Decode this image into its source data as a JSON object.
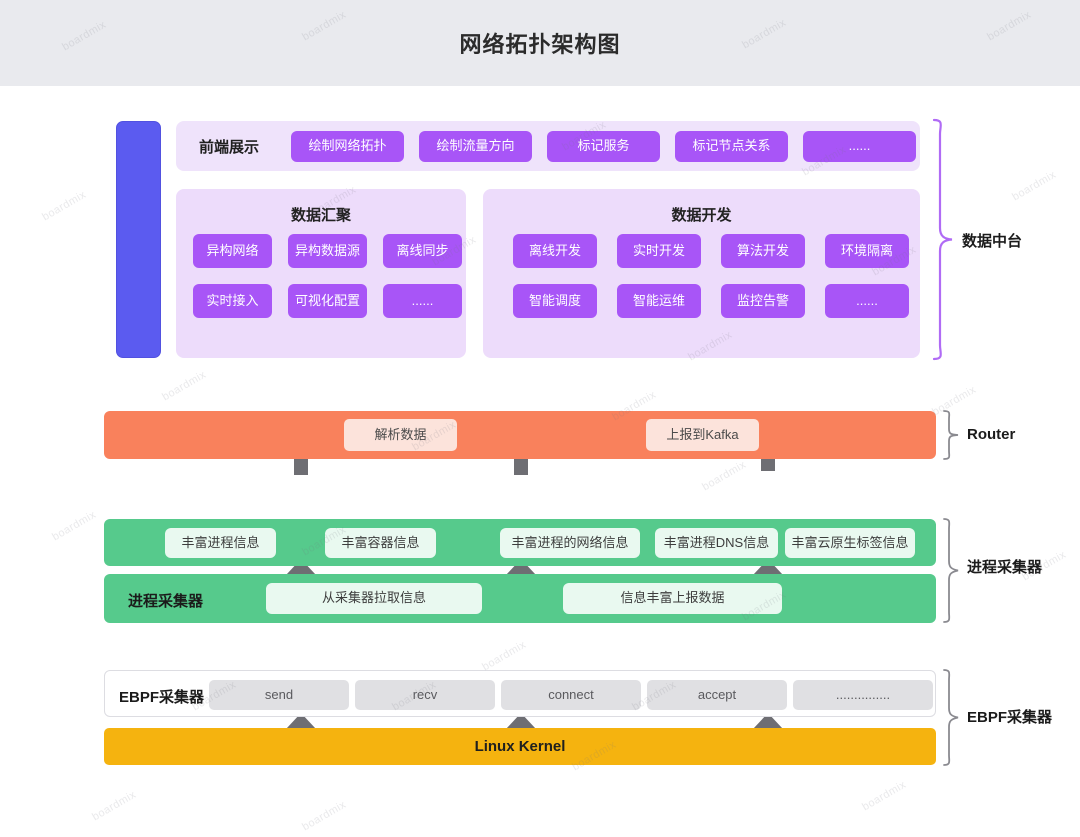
{
  "header": {
    "title": "网络拓扑架构图"
  },
  "watermark": {
    "text": "boardmix"
  },
  "data_platform": {
    "bracket_label": "数据中台",
    "frontend": {
      "label": "前端展示",
      "chips": [
        "绘制网络拓扑",
        "绘制流量方向",
        "标记服务",
        "标记节点关系",
        "......"
      ]
    },
    "aggregation": {
      "title": "数据汇聚",
      "chips": [
        "异构网络",
        "异构数据源",
        "离线同步",
        "实时接入",
        "可视化配置",
        "......"
      ]
    },
    "development": {
      "title": "数据开发",
      "chips": [
        "离线开发",
        "实时开发",
        "算法开发",
        "环境隔离",
        "智能调度",
        "智能运维",
        "监控告警",
        "......"
      ]
    }
  },
  "router": {
    "bracket_label": "Router",
    "chips": [
      "解析数据",
      "上报到Kafka"
    ]
  },
  "process_collector": {
    "bracket_label": "进程采集器",
    "enrich_chips": [
      "丰富进程信息",
      "丰富容器信息",
      "丰富进程的网络信息",
      "丰富进程DNS信息",
      "丰富云原生标签信息"
    ],
    "row_label": "进程采集器",
    "action_chips": [
      "从采集器拉取信息",
      "信息丰富上报数据"
    ]
  },
  "ebpf_collector": {
    "bracket_label": "EBPF采集器",
    "row_label": "EBPF采集器",
    "chips": [
      "send",
      "recv",
      "connect",
      "accept",
      "..............."
    ],
    "kernel_label": "Linux Kernel"
  },
  "colors": {
    "header_bg": "#e9eaee",
    "blue_bar": "#5b5bf0",
    "purple_chip": "#a855f7",
    "purple_panel": "#efe3fb",
    "router_bar": "#f9815c",
    "router_chip": "#fce3db",
    "green_bar": "#56ca8c",
    "green_chip": "#e9f9f0",
    "gray_chip": "#e0e0e3",
    "kernel_bar": "#f5b30f",
    "arrow": "#6e6e73",
    "bracket_purple": "#b06bf5",
    "bracket_gray": "#8a8a90"
  }
}
